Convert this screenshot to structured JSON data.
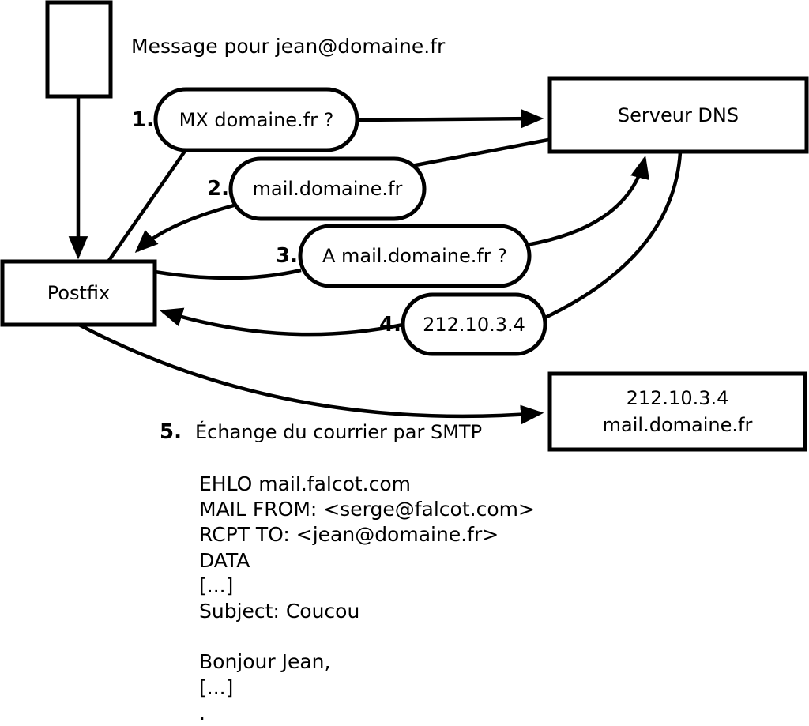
{
  "colors": {
    "ink": "#000000",
    "background": "#ffffff"
  },
  "header": {
    "message_label": "Message pour jean@domaine.fr"
  },
  "nodes": {
    "postfix": {
      "label": "Postfix"
    },
    "dns_server": {
      "label": "Serveur DNS"
    },
    "mail_server": {
      "line1": "212.10.3.4",
      "line2": "mail.domaine.fr"
    }
  },
  "steps": [
    {
      "num": "1.",
      "label": "MX domaine.fr ?"
    },
    {
      "num": "2.",
      "label": "mail.domaine.fr"
    },
    {
      "num": "3.",
      "label": "A mail.domaine.fr ?"
    },
    {
      "num": "4.",
      "label": "212.10.3.4"
    },
    {
      "num": "5.",
      "label": "Échange du courrier par SMTP"
    }
  ],
  "smtp_session": {
    "lines": [
      "EHLO mail.falcot.com",
      "MAIL FROM: <serge@falcot.com>",
      "RCPT TO: <jean@domaine.fr>",
      "DATA",
      "[...]",
      "Subject: Coucou",
      "",
      "Bonjour Jean,",
      "[...]",
      "."
    ]
  }
}
